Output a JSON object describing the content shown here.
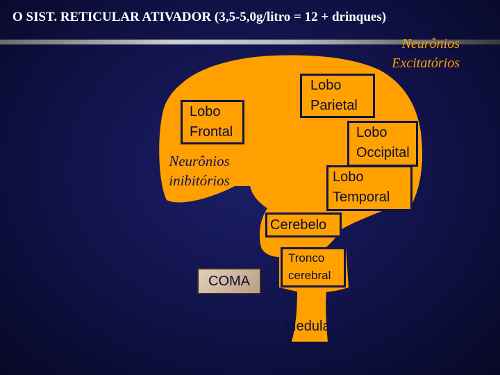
{
  "title": "O SIST. RETICULAR ATIVADOR (3,5-5,0g/litro = 12 + drinques)",
  "excitatory": {
    "line1": "Neurônios",
    "line2": "Excitatórios"
  },
  "inhibitory": {
    "line1": "Neurônios",
    "line2": "inibitórios"
  },
  "labels": {
    "frontal": {
      "line1": "Lobo",
      "line2": "Frontal"
    },
    "parietal": {
      "line1": "Lobo",
      "line2": "Parietal"
    },
    "occipital": {
      "line1": "Lobo",
      "line2": "Occipital"
    },
    "temporal": {
      "line1": "Lobo",
      "line2": "Temporal"
    },
    "cerebelo": "Cerebelo",
    "tronco": {
      "line1": "Tronco",
      "line2": "cerebral"
    },
    "medula": "Medula",
    "coma": "COMA"
  },
  "colors": {
    "brain": "#ffa000",
    "accent_text": "#ffa000",
    "background": "#12144e"
  }
}
